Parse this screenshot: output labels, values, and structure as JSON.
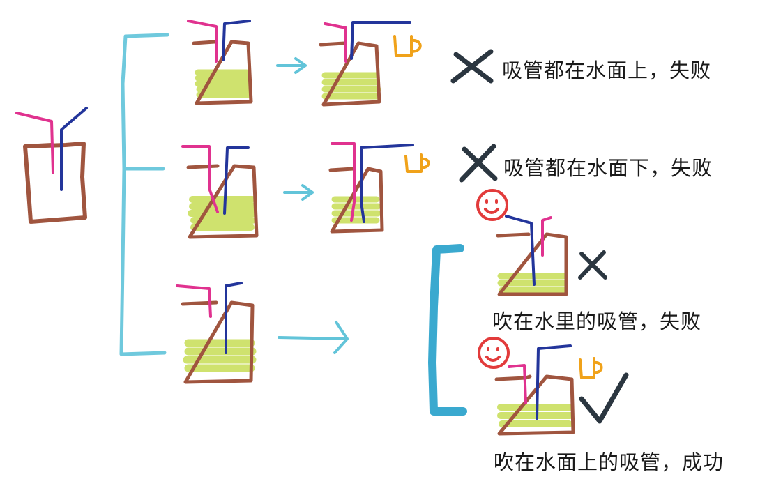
{
  "captions": {
    "both_above": "吸管都在水面上，失败",
    "both_below": "吸管都在水面下，失败",
    "blow_water_straw": "吹在水里的吸管，失败",
    "blow_above_straw": "吹在水面上的吸管，成功"
  },
  "colors": {
    "container": "#a0553f",
    "water": "#cfe26e",
    "straw_pink": "#e0328f",
    "straw_blue": "#23359b",
    "arrow": "#62c4d9",
    "bracket": "#6fc9dd",
    "bracket_right": "#3aa9cf",
    "cup": "#f0a21a",
    "fail_mark": "#2b3640",
    "smiley": "#e23b3b"
  }
}
